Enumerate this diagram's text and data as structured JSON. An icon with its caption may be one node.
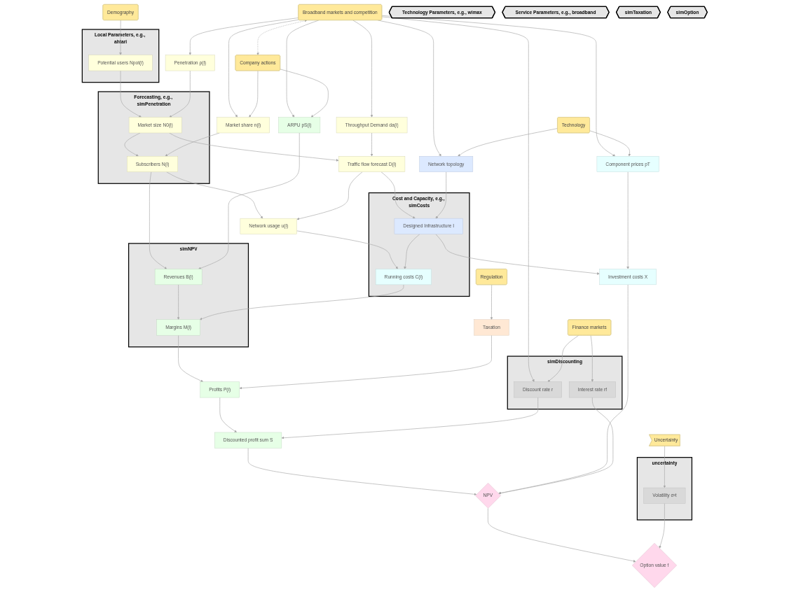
{
  "diagram": {
    "nodes": [
      {
        "text": [
          "Broadband markets and competition"
        ]
      },
      {
        "text": [
          "Local Parameters, e.g., ahtari"
        ]
      },
      {
        "text": [
          "Demography"
        ]
      },
      {
        "text": [
          "Technology Parameters, e.g., wimax"
        ]
      },
      {
        "text": [
          "Technology"
        ]
      },
      {
        "text": [
          "Regulation"
        ]
      },
      {
        "text": [
          "Service Parameters, e.g., broadband"
        ]
      },
      {
        "text": [
          "Potential users Npot(i)"
        ],
        "in": 1
      },
      {
        "text": [
          "Throughput Demand da(i)"
        ]
      },
      {
        "text": [
          "Network topology"
        ]
      },
      {
        "text": [
          "Component prices pT"
        ]
      },
      {
        "text": [
          "simTaxation"
        ]
      },
      {
        "text": [
          "Penetration ρ(i)"
        ]
      },
      {
        "text": [
          "Forecasting, e.g., simPenetration"
        ]
      },
      {
        "text": [
          "Market size N0(i)"
        ],
        "in": 13
      },
      {
        "text": [
          "Traffic flow forecast D(i)"
        ]
      },
      {
        "text": [
          "Cost and Capacity, e.g., simCosts"
        ]
      },
      {
        "text": [
          "Designed Infrastructure I"
        ],
        "in": 16
      },
      {
        "text": [
          "Investment costs X"
        ]
      },
      {
        "text": [
          "Company actions"
        ]
      },
      {
        "text": [
          "Market share n(i)"
        ]
      },
      {
        "text": [
          "Subscribers N(i)"
        ],
        "in": 13
      },
      {
        "text": [
          "Network usage u(i)"
        ]
      },
      {
        "text": [
          "Running costs C(i)"
        ],
        "in": 16
      },
      {
        "text": [
          "Taxation"
        ]
      },
      {
        "text": [
          "simNPV"
        ]
      },
      {
        "text": [
          "ARPU pS(i)"
        ]
      },
      {
        "text": [
          "Revenues B(i)"
        ],
        "in": 25
      },
      {
        "text": [
          "Margins M(i)"
        ],
        "in": 25
      },
      {
        "text": [
          "Profits P(i)"
        ]
      },
      {
        "text": [
          "simDiscounting"
        ]
      },
      {
        "text": [
          "Finance markets"
        ]
      },
      {
        "text": [
          "Discount rate r"
        ],
        "in": 30
      },
      {
        "text": [
          "Discounted profit sum S"
        ]
      },
      {
        "text": [
          "Interest rate rf"
        ],
        "in": 30
      },
      {
        "text": [
          "NPV"
        ]
      },
      {
        "text": [
          "uncertainty"
        ]
      },
      {
        "text": [
          "Uncertainty"
        ]
      },
      {
        "text": [
          "Volatility σ²t"
        ],
        "in": 36
      },
      {
        "text": [
          "simOption"
        ]
      },
      {
        "text": [
          "Option value f"
        ]
      }
    ],
    "edges": [
      {
        "from": 0,
        "to": 19,
        "arrow": "both",
        "style": "dashed"
      },
      {
        "from": 0,
        "to": 12,
        "arrow": "to"
      },
      {
        "from": 0,
        "to": 20,
        "arrow": "to"
      },
      {
        "from": 0,
        "to": 26,
        "arrow": "to"
      },
      {
        "from": 0,
        "to": 32,
        "arrow": "to"
      },
      {
        "from": 0,
        "to": 8,
        "arrow": "to"
      },
      {
        "from": 0,
        "to": 9,
        "arrow": "to"
      },
      {
        "from": 0,
        "to": 10,
        "arrow": "to"
      },
      {
        "from": 2,
        "to": 7,
        "arrow": "to"
      },
      {
        "from": 4,
        "to": 9,
        "arrow": "to"
      },
      {
        "from": 4,
        "to": 10,
        "arrow": "to"
      },
      {
        "from": 19,
        "to": 20,
        "arrow": "to"
      },
      {
        "from": 19,
        "to": 26,
        "arrow": "to"
      },
      {
        "from": 7,
        "to": 14,
        "arrow": "to"
      },
      {
        "from": 8,
        "to": 15,
        "arrow": "to"
      },
      {
        "from": 12,
        "to": 14,
        "arrow": "to"
      },
      {
        "from": 14,
        "to": 15,
        "arrow": "to"
      },
      {
        "from": 15,
        "to": 17,
        "arrow": "to"
      },
      {
        "from": 9,
        "to": 17,
        "arrow": "to"
      },
      {
        "from": 10,
        "to": 18,
        "arrow": "to"
      },
      {
        "from": 17,
        "to": 18,
        "arrow": "to"
      },
      {
        "from": 14,
        "to": 21,
        "arrow": "to"
      },
      {
        "from": 20,
        "to": 21,
        "arrow": "to"
      },
      {
        "from": 21,
        "to": 22,
        "arrow": "to"
      },
      {
        "from": 15,
        "to": 22,
        "arrow": "to"
      },
      {
        "from": 22,
        "to": 23,
        "arrow": "to"
      },
      {
        "from": 17,
        "to": 23,
        "arrow": "to"
      },
      {
        "from": 5,
        "to": 24,
        "arrow": "to"
      },
      {
        "from": 21,
        "to": 27,
        "arrow": "to"
      },
      {
        "from": 26,
        "to": 27,
        "arrow": "to"
      },
      {
        "from": 27,
        "to": 28,
        "arrow": "to"
      },
      {
        "from": 23,
        "to": 28,
        "arrow": "to"
      },
      {
        "from": 28,
        "to": 29,
        "arrow": "to"
      },
      {
        "from": 24,
        "to": 29,
        "arrow": "to"
      },
      {
        "from": 29,
        "to": 33,
        "arrow": "to"
      },
      {
        "from": 31,
        "to": 32,
        "arrow": "to"
      },
      {
        "from": 31,
        "to": 34,
        "arrow": "to"
      },
      {
        "from": 32,
        "to": 33,
        "arrow": "to"
      },
      {
        "from": 33,
        "to": 35,
        "arrow": "to"
      },
      {
        "from": 18,
        "to": 35,
        "arrow": "to"
      },
      {
        "from": 34,
        "to": 35,
        "arrow": "to"
      },
      {
        "from": 35,
        "to": 40,
        "arrow": "to"
      },
      {
        "from": 37,
        "to": 38,
        "arrow": "to"
      },
      {
        "from": 38,
        "to": 40,
        "arrow": "to"
      }
    ]
  }
}
